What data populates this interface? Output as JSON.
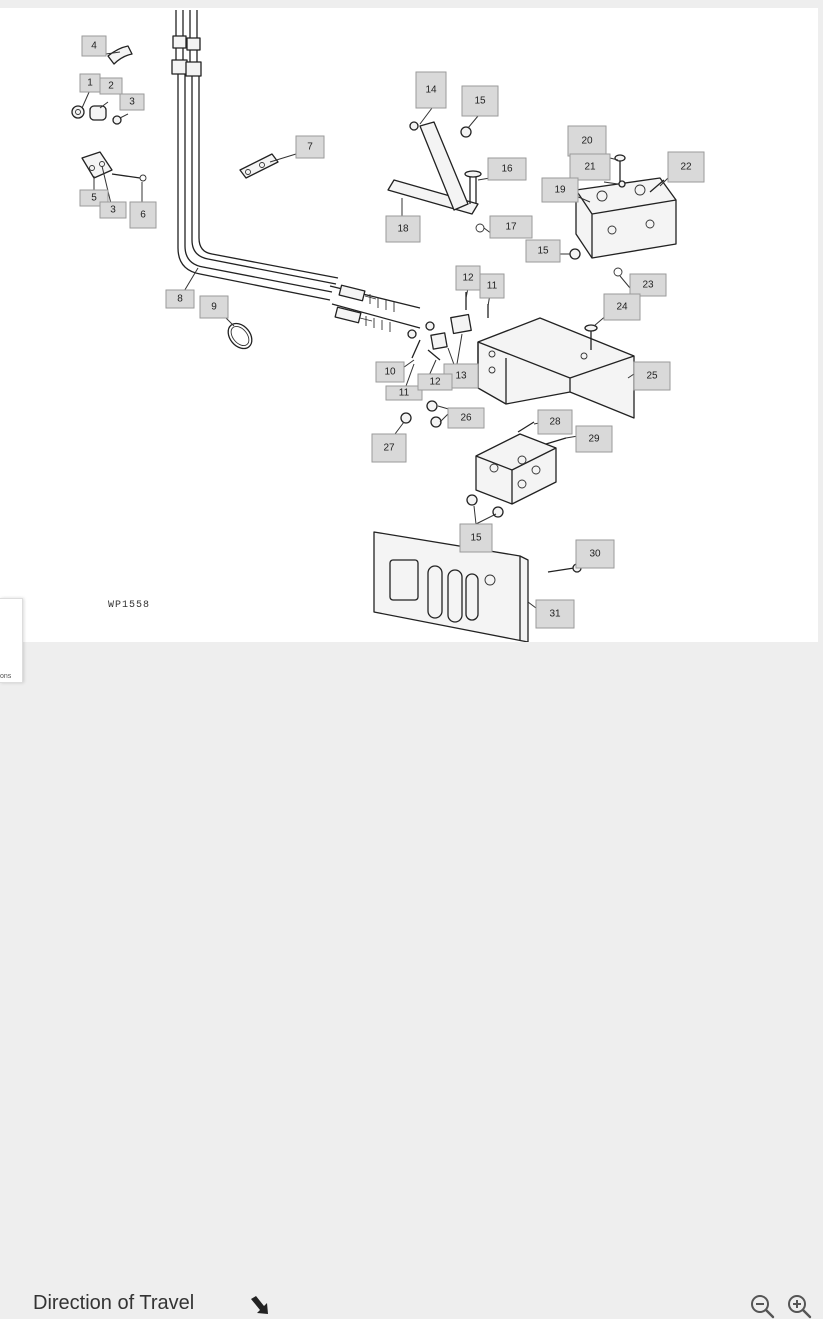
{
  "figure_code": "WP1558",
  "caption": "Direction of Travel",
  "callouts": [
    {
      "label": "4"
    },
    {
      "label": "1"
    },
    {
      "label": "2"
    },
    {
      "label": "3"
    },
    {
      "label": "5"
    },
    {
      "label": "3"
    },
    {
      "label": "6"
    },
    {
      "label": "7"
    },
    {
      "label": "8"
    },
    {
      "label": "9"
    },
    {
      "label": "14"
    },
    {
      "label": "15"
    },
    {
      "label": "16"
    },
    {
      "label": "18"
    },
    {
      "label": "17"
    },
    {
      "label": "20"
    },
    {
      "label": "21"
    },
    {
      "label": "22"
    },
    {
      "label": "19"
    },
    {
      "label": "15"
    },
    {
      "label": "23"
    },
    {
      "label": "12"
    },
    {
      "label": "11"
    },
    {
      "label": "24"
    },
    {
      "label": "25"
    },
    {
      "label": "10"
    },
    {
      "label": "13"
    },
    {
      "label": "11"
    },
    {
      "label": "12"
    },
    {
      "label": "26"
    },
    {
      "label": "27"
    },
    {
      "label": "28"
    },
    {
      "label": "29"
    },
    {
      "label": "15"
    },
    {
      "label": "30"
    },
    {
      "label": "31"
    }
  ],
  "icons": {
    "direction": "arrow-down-right-icon",
    "zoom_out": "zoom-out-icon",
    "zoom_in": "zoom-in-icon"
  },
  "side_tab_label": "ons"
}
